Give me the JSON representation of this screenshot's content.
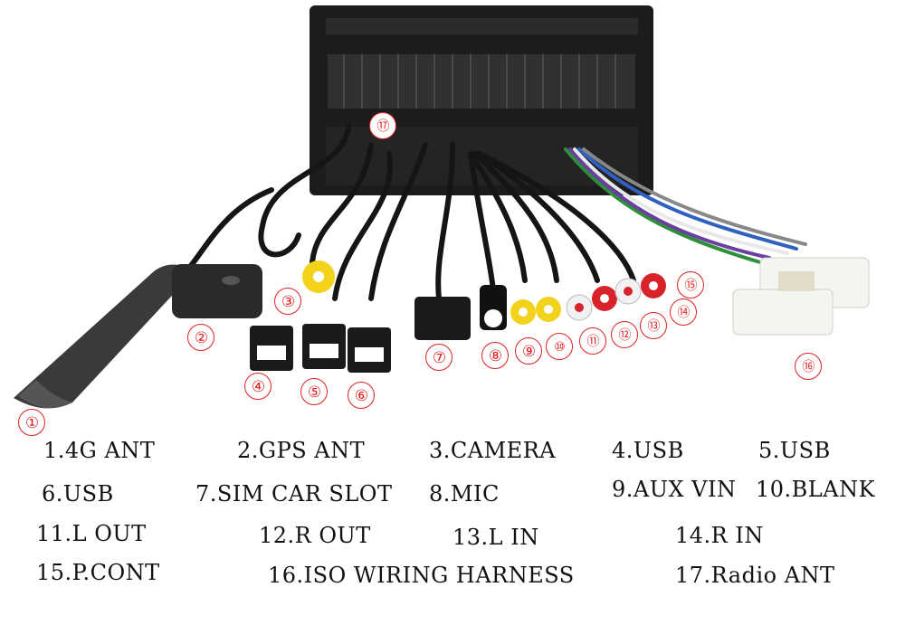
{
  "markers": [
    "①",
    "②",
    "③",
    "④",
    "⑤",
    "⑥",
    "⑦",
    "⑧",
    "⑨",
    "⑩",
    "⑪",
    "⑫",
    "⑬",
    "⑭",
    "⑮",
    "⑯",
    "⑰"
  ],
  "legend": [
    "1.4G ANT",
    "2.GPS ANT",
    "3.CAMERA",
    "4.USB",
    "5.USB",
    "6.USB",
    "7.SIM CAR SLOT",
    "8.MIC",
    "9.AUX VIN",
    "10.BLANK",
    "11.L OUT",
    "12.R OUT",
    "13.L IN",
    "14.R IN",
    "15.P.CONT",
    "16.ISO WIRING HARNESS",
    "17.Radio ANT"
  ],
  "colors": {
    "marker": "#e02020",
    "yellow_rca": "#f2d21b",
    "red_rca": "#d8232a",
    "white_rca": "#f2f2f2",
    "unit_body": "#1a1a1a"
  }
}
